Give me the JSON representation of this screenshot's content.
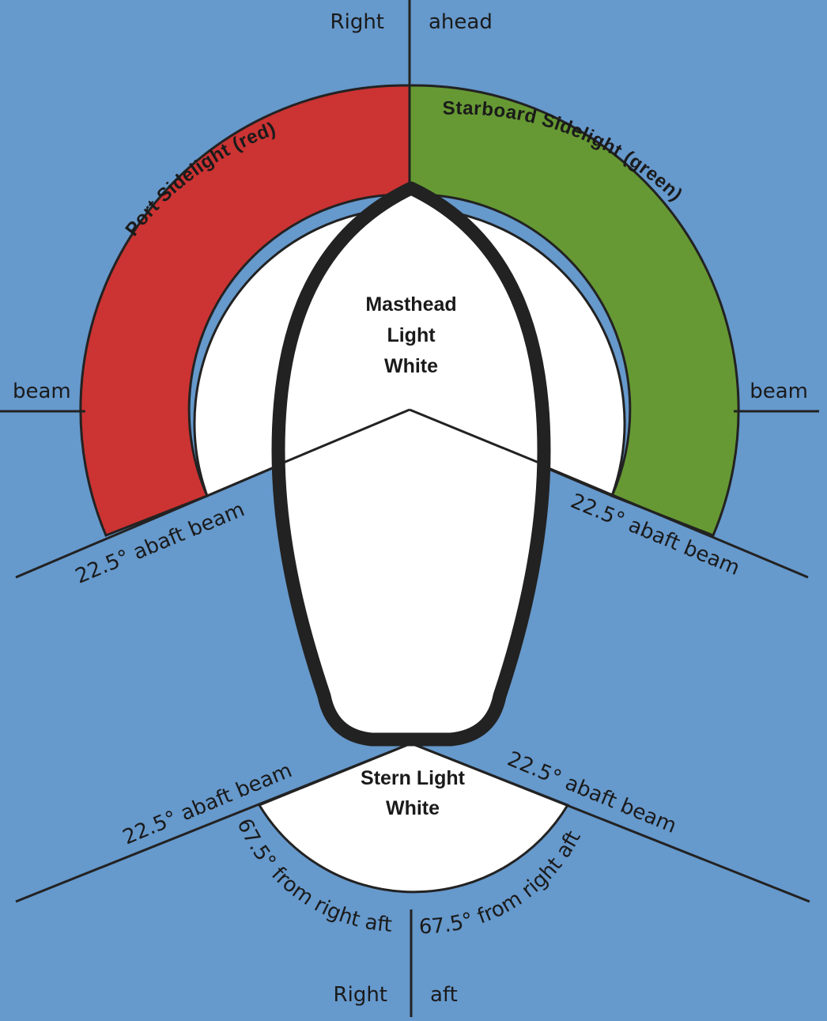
{
  "colors": {
    "background": "#6699cc",
    "port": "#cc3333",
    "starboard": "#669933",
    "white_light": "#ffffff",
    "line": "#222222"
  },
  "labels": {
    "right_ahead_left": "Right",
    "right_ahead_right": "ahead",
    "right_aft_left": "Right",
    "right_aft_right": "aft",
    "beam_left": "beam",
    "beam_right": "beam",
    "port_sidelight": "Port Sidelight (red)",
    "starboard_sidelight": "Starboard Sidelight (green)",
    "abaft_port": "22.5° abaft beam",
    "abaft_starboard": "22.5° abaft beam",
    "abaft_stern_port": "22.5° abaft beam",
    "abaft_stern_starboard": "22.5° abaft beam",
    "from_aft_port": "67.5° from right aft",
    "from_aft_starboard": "67.5° from right aft",
    "masthead_line1": "Masthead",
    "masthead_line2": "Light",
    "masthead_line3": "White",
    "stern_line1": "Stern Light",
    "stern_line2": "White"
  }
}
